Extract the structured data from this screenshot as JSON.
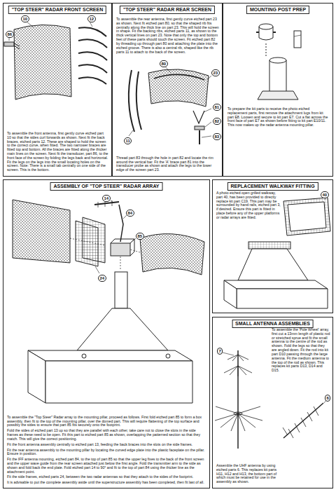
{
  "diagram": {
    "nodes": [
      {
        "text": [
          "\"TOP STEER\" RADAR FRONT SCREEN",
          "To assemble the front antenna, first gently curve etched part 10 so that the sides curl forwards as shown. Next fit the back braces, etched parts 12. These are shaped to hold the screen to the correct curve, when fitted. The two narrower braces are fitted top and bottom. All the braces are fitted along the thicker main lines on the screen. Next fit the transducer, part 86, to the front face of the screen by folding the legs back and horizontal. Fit the legs on the legs into the small locating holes on the screen. Note: There is a small tab centrally on one side of the screen. This is the bottom."
        ]
      },
      {
        "text": [
          "\"TOP STEER\" RADAR REAR SCREEN",
          "To assemble the rear antenna, first gently curve etched part 23 as shown. Next fit etched part 80, so that the shaped rib fits centrally along the thick line on part 23. This will hold the screen in shape. Fit the backing ribs, etched parts 11, as shown to the thick vertical lines on part 23. Note that only the top and bottom feet of these parts should touch the screen. Fit etched part 82 by threading up through part 80 and attaching the plate into the etched groove. There is also a central rib, shaped like the rib parts 11 to attach to the back of the screen.",
          "Thread part 83 through the hole in part 82 and locate the rim around the vertical bar. Fit the 'A' brace part 81 into the transducer probe as shown and attach the legs to the lower edge of the screen part 23."
        ]
      },
      {
        "text": [
          "MOUNTING POST PREP",
          "To prepare the kit parts to receive the photo etched replacement parts, first remove the attachment lugs from kit part E8. Loosen and secure to kit part E7. Cut a flat across the front face of part E7 as shown before fitting to kit part E10/11. This now makes up the radar antenna mounting pillar."
        ]
      },
      {
        "text": [
          "ASSEMBLY OF \"TOP STEER\" RADAR ARRAY",
          "To assemble the \"Top Steer\" Radar array to the mounting pillar, proceed as follows. First fold etched part 85 to form a box assembly, then fit to the top of the mounting pillar, over the domed part. This will require flattening of the top surface and possibly the sides to ensure that part 85 fits securely onto the footprint.",
          "Fold the sides of etched part 13 up so that they are parallel with each other, take care not to close the slots in the side frames as these need to be open. Fit this part to etched part 85 as shown, overlapping the patterned section so that they match. This will give the correct positioning.",
          "Fit the front antenna assembly centrally to etched part 13, feeding the back braces into the slots on the side frames.",
          "Fit the rear antenna assembly to the mounting pillar by locating the curved edge plate into the plastic faceplate on the pillar. Ensure in position.",
          "Fit the IFF antenna mounting, etched part 84, to the top of part 85 so that the upper leg fixes to the back of the front screen and the upper wave guide from the rear screen attached just below the first angle. Fold the transmitter arm to the side as shown and fold back the end plate. Fold etched part 14 to 90° and fit to the top of part 84 using the thicker line as the attachment point.",
          "Fit the side frames, etched parts 24, between the two radar antennas so that they attach to the sides of the footprint.",
          "It is advisable to put the complete assembly aside until the superstructure assembly has been completed, then fit last of all."
        ]
      },
      {
        "text": [
          "REPLACEMENT WALKWAY FITTING",
          "A photo etched open grilled walkway, part 40, has been provided to directly replace kit part C19. This part may be surrounded by hand rails, etched part 3, if desired. Ensure this part is fitted in place before any of the upper platforms or radar arrays are fitted."
        ]
      },
      {
        "text": [
          "SMALL ANTENNA ASSEMBLIES",
          "To assemble the 'Pole Wheel' array, first cut a 13mm length of plastic rod or stretched sprue and fit the small antenna to the centre of the rod as shown. Fold the legs so that they are angled down. Fit the rod into kit part D10 passing through the large antenna. Fit the medium antenna to the top of the rod as shown. This replaces kit parts D13, D14 and D15.",
          "Assemble the UHF antenna by using etched parts 6. This replaces kit parts H11, H12 and H13, the bottom part of which must be retained for use in the assembly as shown."
        ]
      }
    ],
    "labels": [
      "10",
      "12",
      "86",
      "80",
      "23",
      "11",
      "81",
      "82",
      "83",
      "14",
      "84",
      "85",
      "24",
      "40",
      "7",
      "6"
    ]
  }
}
